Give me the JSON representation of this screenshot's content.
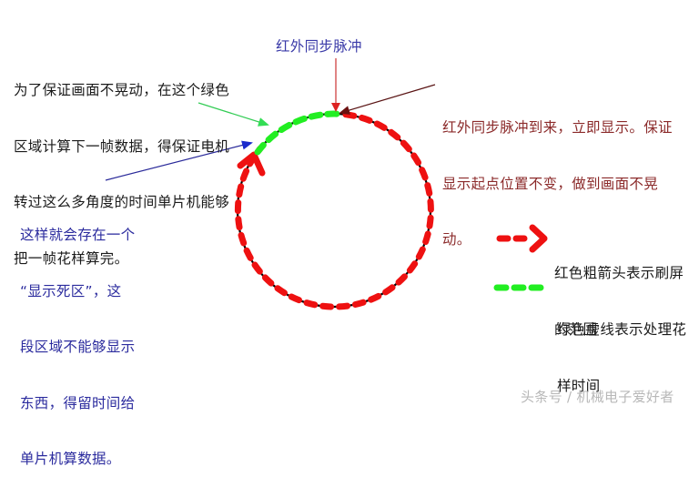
{
  "title": "红外同步脉冲",
  "annotations": {
    "green_zone_note": [
      "为了保证画面不晃动，在这个绿色",
      "区域计算下一帧数据，得保证电机",
      "转过这么多角度的时间单片机能够",
      "把一帧花样算完。"
    ],
    "sync_pulse_note": [
      "红外同步脉冲到来，立即显示。保证",
      "显示起点位置不变，做到画面不晃",
      "动。"
    ],
    "dead_zone_note": [
      "这样就会存在一个",
      "“显示死区”，这",
      "段区域不能够显示",
      "东西，得留时间给",
      "单片机算数据。"
    ]
  },
  "legend": {
    "items": [
      {
        "symbol": "red-thick-dashed-arrow",
        "label": [
          "红色粗箭头表示刷屏",
          "的范围"
        ],
        "color": "#ee1111"
      },
      {
        "symbol": "green-dashed-line",
        "label": [
          "绿色虚线表示处理花",
          "样时间"
        ],
        "color": "#22ee22"
      }
    ]
  },
  "colors": {
    "refresh": "#ee1111",
    "processing": "#22ee22",
    "circle": "#000000",
    "sync_arrow": "#cc2222",
    "green_pointer": "#33cc55",
    "blue_pointer": "#2233aa",
    "maroon_pointer": "#6b1a1a"
  },
  "watermark": "头条号 / 机械电子爱好者"
}
